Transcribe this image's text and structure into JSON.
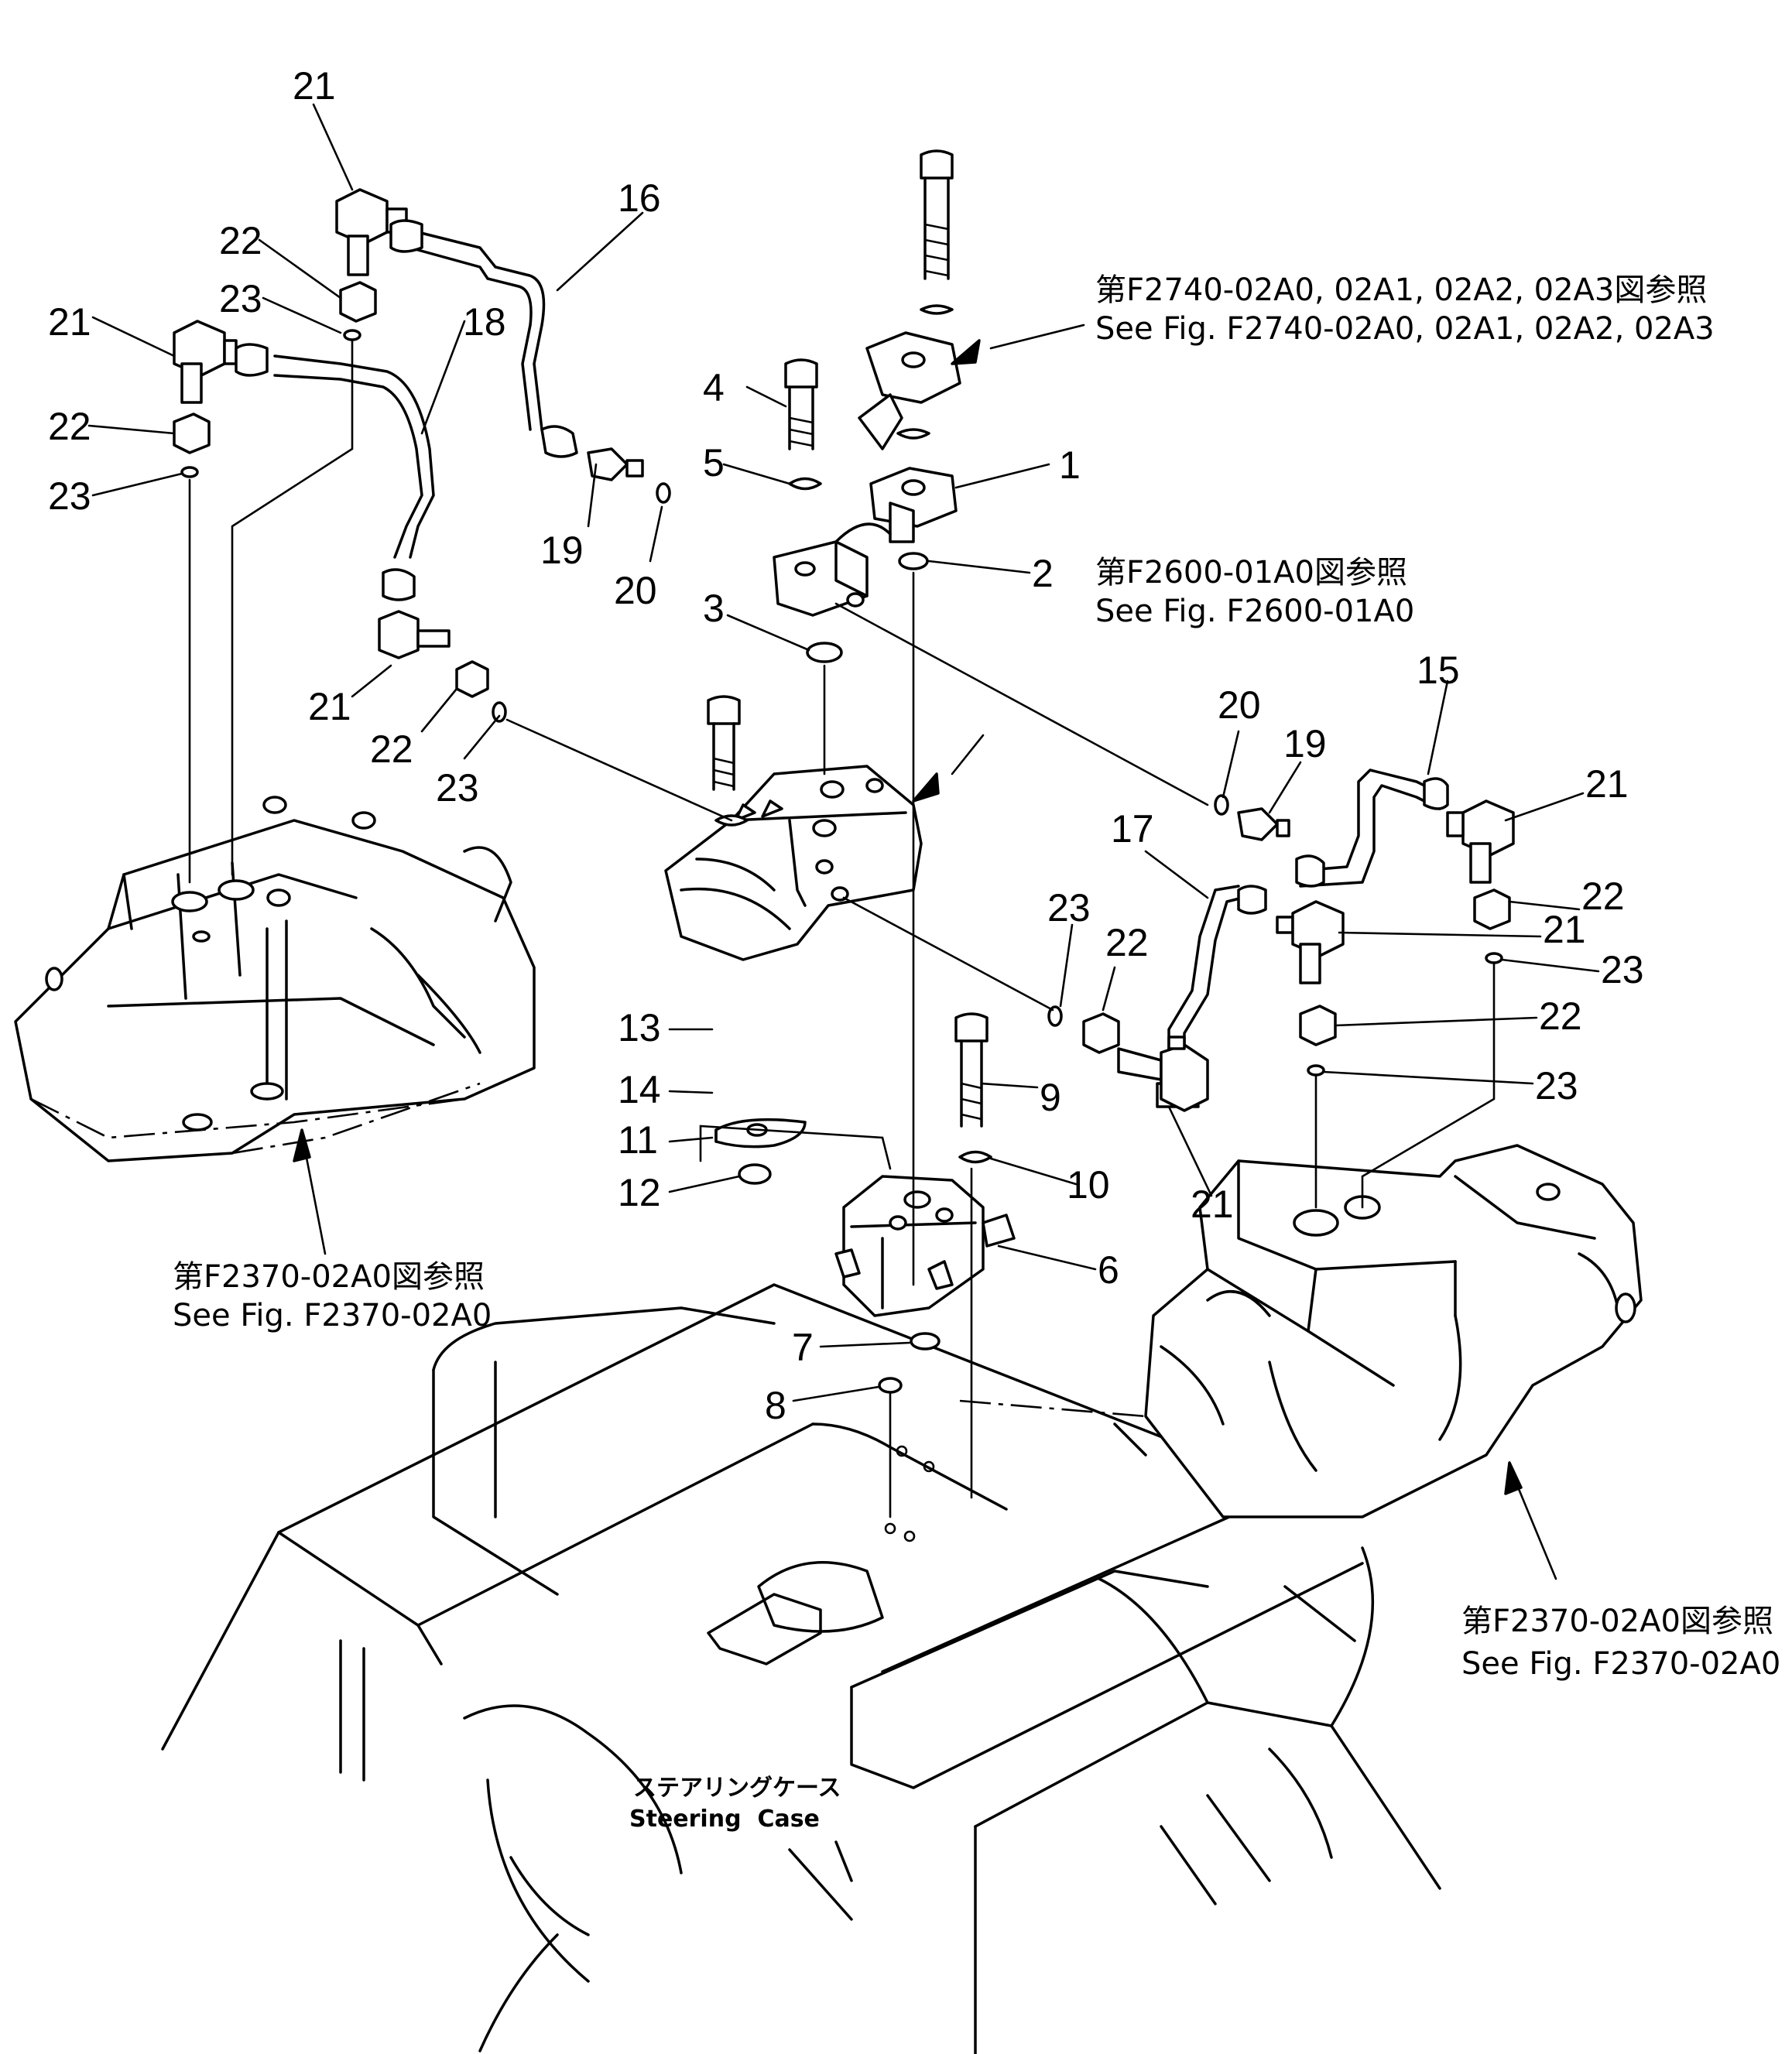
{
  "callouts": [
    {
      "label": "21"
    },
    {
      "label": "16"
    },
    {
      "label": "22"
    },
    {
      "label": "23"
    },
    {
      "label": "21"
    },
    {
      "label": "18"
    },
    {
      "label": "22"
    },
    {
      "label": "23"
    },
    {
      "label": "4"
    },
    {
      "label": "5"
    },
    {
      "label": "1"
    },
    {
      "label": "2"
    },
    {
      "label": "19"
    },
    {
      "label": "20"
    },
    {
      "label": "3"
    },
    {
      "label": "21"
    },
    {
      "label": "22"
    },
    {
      "label": "23"
    },
    {
      "label": "15"
    },
    {
      "label": "20"
    },
    {
      "label": "19"
    },
    {
      "label": "21"
    },
    {
      "label": "17"
    },
    {
      "label": "22"
    },
    {
      "label": "21"
    },
    {
      "label": "23"
    },
    {
      "label": "23"
    },
    {
      "label": "22"
    },
    {
      "label": "22"
    },
    {
      "label": "23"
    },
    {
      "label": "13"
    },
    {
      "label": "14"
    },
    {
      "label": "9"
    },
    {
      "label": "11"
    },
    {
      "label": "10"
    },
    {
      "label": "12"
    },
    {
      "label": "21"
    },
    {
      "label": "6"
    },
    {
      "label": "7"
    },
    {
      "label": "8"
    }
  ],
  "references": {
    "f2740_jp": "第F2740-02A0, 02A1, 02A2, 02A3図参照",
    "f2740_en": "See Fig. F2740-02A0, 02A1, 02A2, 02A3",
    "f2600_jp": "第F2600-01A0図参照",
    "f2600_en": "See Fig. F2600-01A0",
    "f2370_left_jp": "第F2370-02A0図参照",
    "f2370_left_en": "See Fig. F2370-02A0",
    "f2370_right_jp": "第F2370-02A0図参照",
    "f2370_right_en": "See Fig. F2370-02A0"
  },
  "steering_case": {
    "jp": "ステアリングケース",
    "en": "Steering  Case"
  }
}
